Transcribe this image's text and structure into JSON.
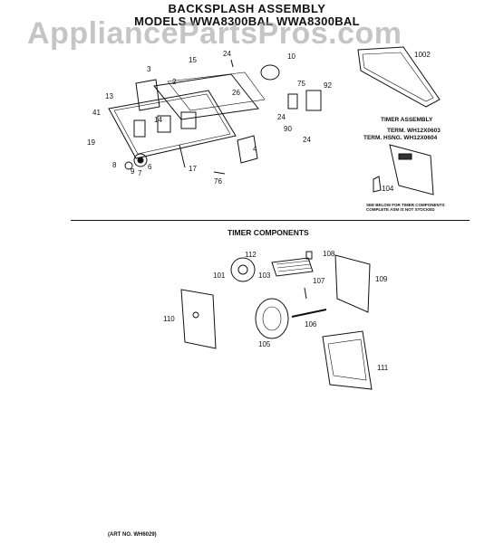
{
  "header": {
    "title": "BACKSPLASH ASSEMBLY",
    "models": "MODELS WWA8300BAL WWA8300BAL"
  },
  "watermark": "AppliancePartsPros.com",
  "callouts_top": [
    "1002",
    "10",
    "15",
    "24",
    "3",
    "2",
    "26",
    "75",
    "92",
    "13",
    "41",
    "19",
    "14",
    "24",
    "90",
    "24",
    "4",
    "8",
    "9",
    "7",
    "6",
    "17",
    "76",
    "104"
  ],
  "timer_assembly": {
    "heading": "TIMER ASSEMBLY",
    "term_label": "TERM. WH12X0603",
    "housing_label": "TERM. HSNG. WH12X0604",
    "note": "SEE BELOW FOR TIMER COMPONENTS COMPLETE ASM IS NOT STOCKED"
  },
  "timer_components": {
    "heading": "TIMER COMPONENTS",
    "callouts": [
      "112",
      "108",
      "101",
      "103",
      "109",
      "107",
      "110",
      "106",
      "105",
      "111"
    ]
  },
  "footer": {
    "art_no": "(ART NO. WH6029)"
  }
}
